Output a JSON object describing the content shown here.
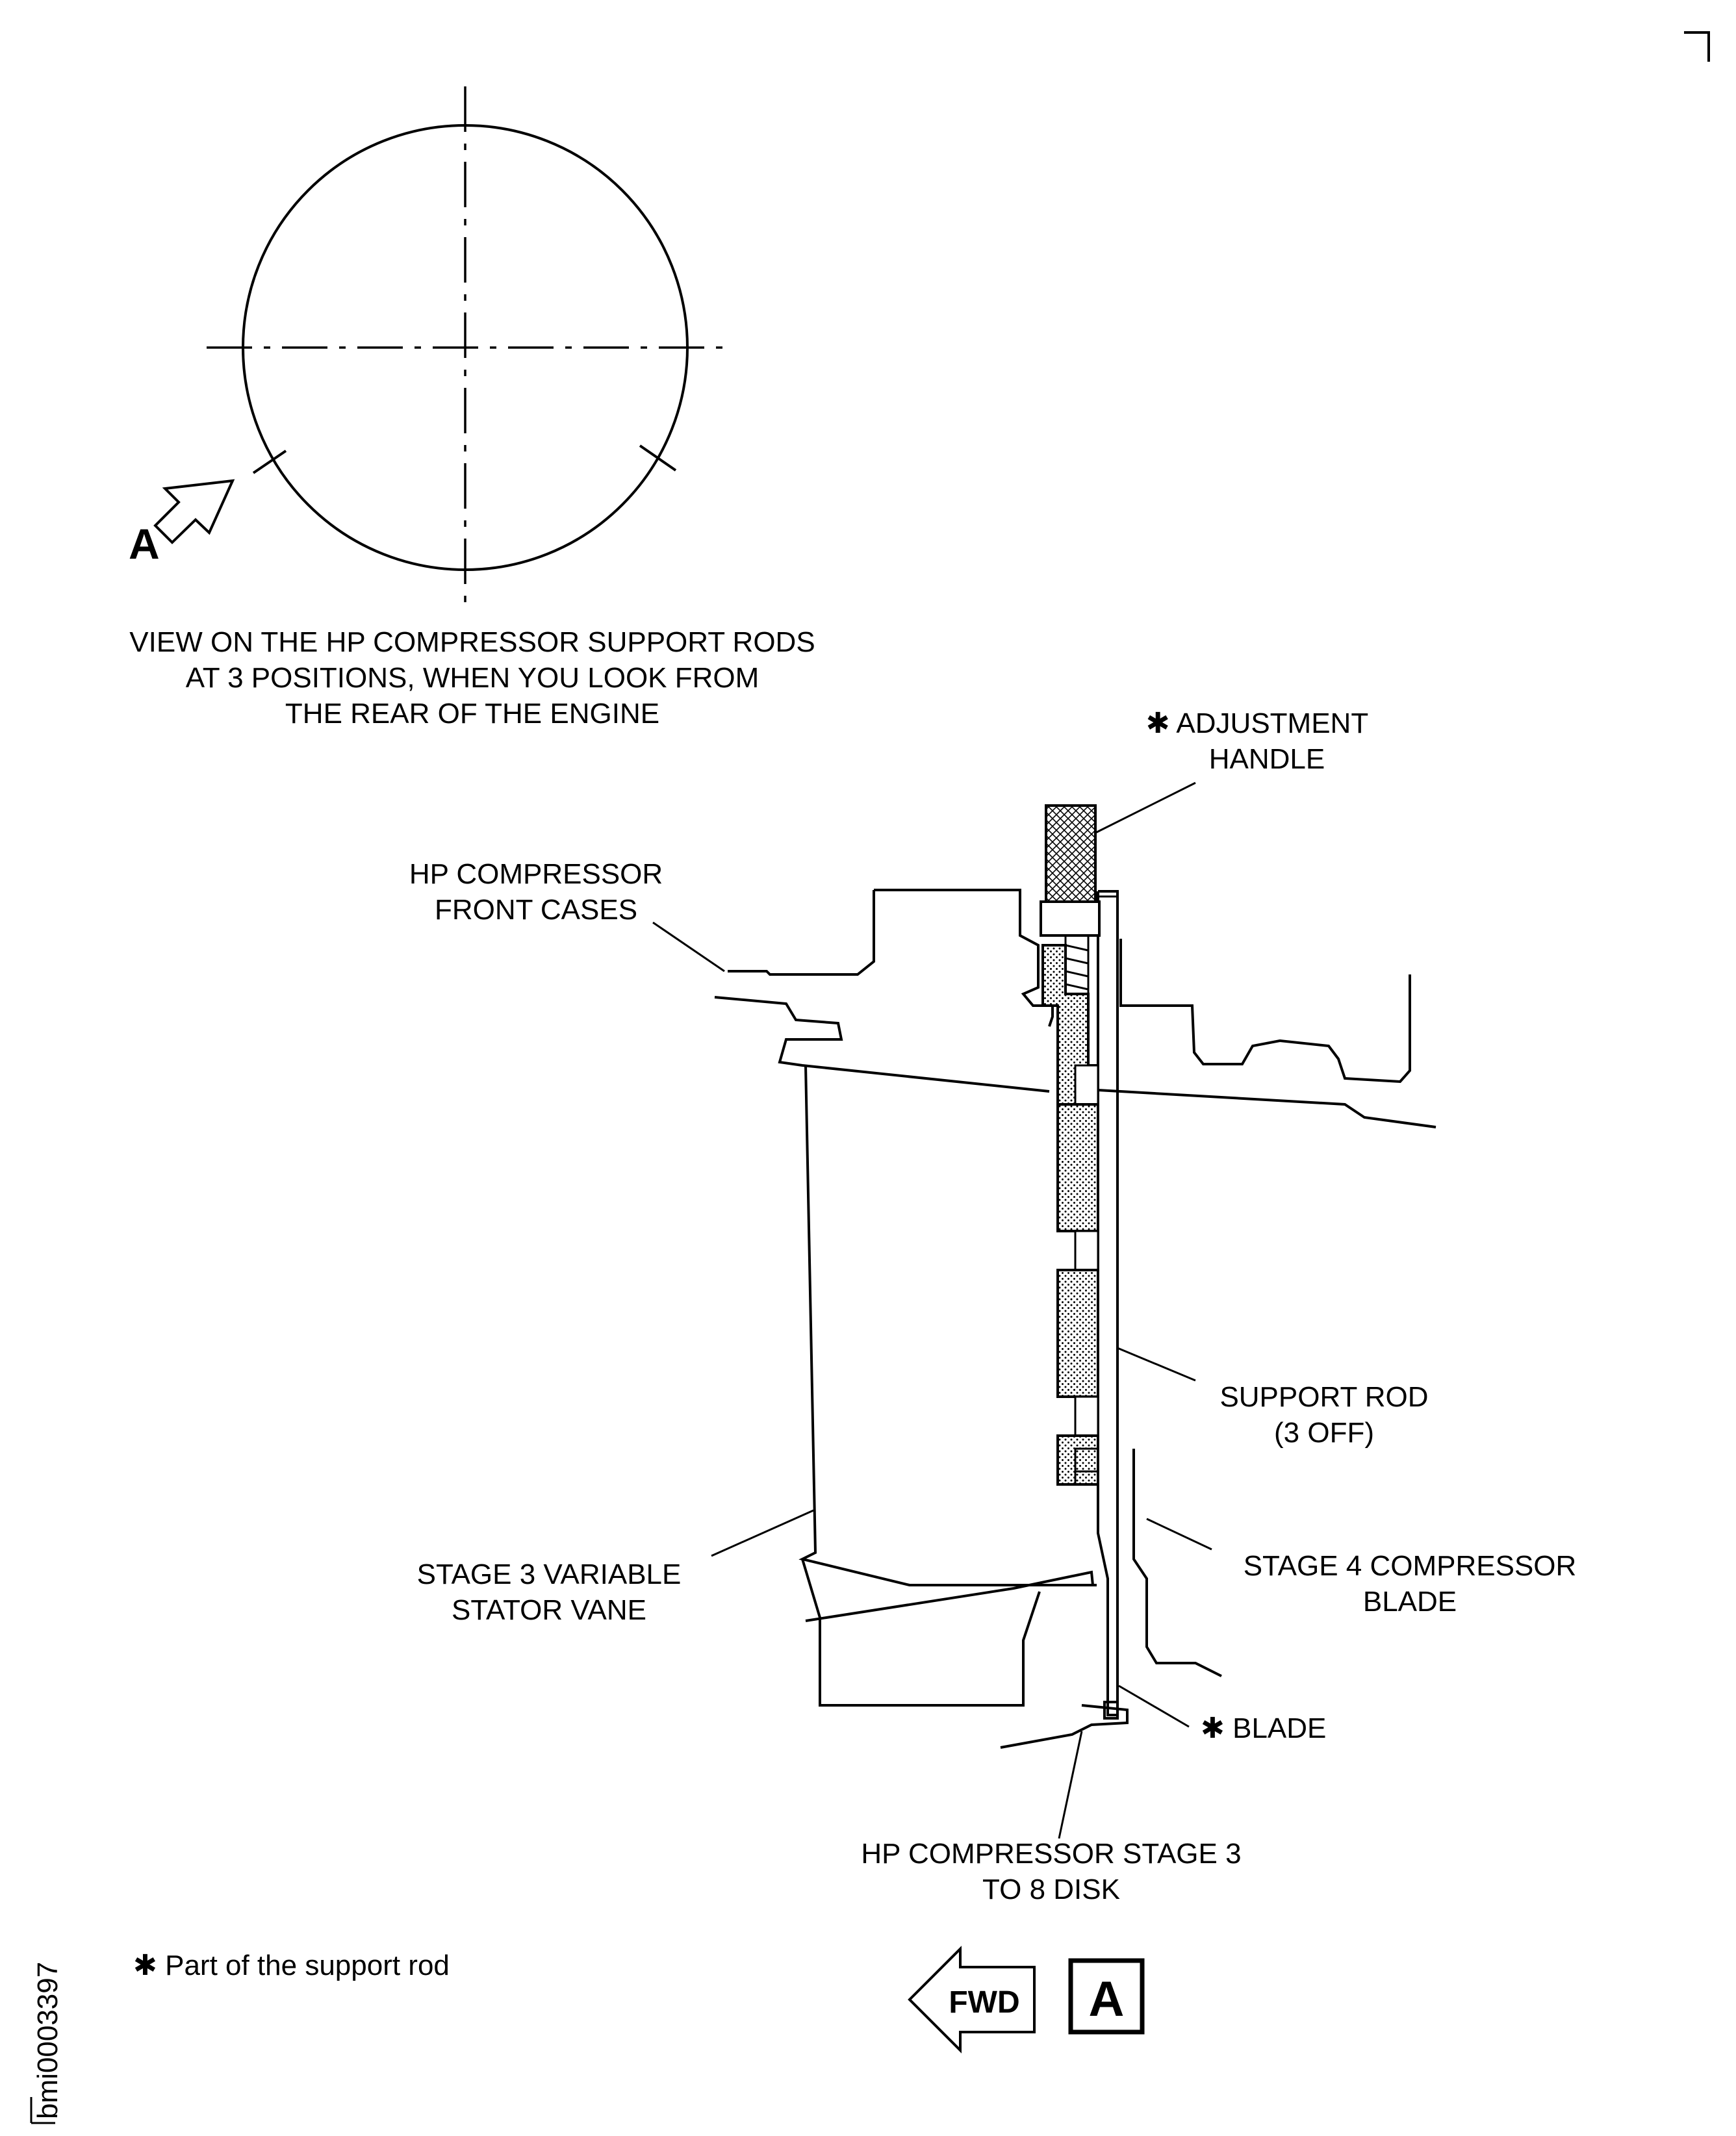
{
  "view_caption": {
    "line1": "VIEW ON THE HP COMPRESSOR SUPPORT RODS",
    "line2": "AT 3 POSITIONS, WHEN YOU LOOK FROM",
    "line3": "THE REAR OF THE ENGINE"
  },
  "view_arrow_letter": "A",
  "labels": {
    "adjustment_handle": {
      "line1": "✱ ADJUSTMENT",
      "line2": "HANDLE"
    },
    "front_cases": {
      "line1": "HP COMPRESSOR",
      "line2": "FRONT CASES"
    },
    "support_rod": {
      "line1": "SUPPORT ROD",
      "line2": "(3 OFF)"
    },
    "stage3_vane": {
      "line1": "STAGE 3 VARIABLE",
      "line2": "STATOR VANE"
    },
    "stage4_blade": {
      "line1": "STAGE 4 COMPRESSOR",
      "line2": "BLADE"
    },
    "blade": {
      "line1": "✱ BLADE"
    },
    "disk": {
      "line1": "HP COMPRESSOR STAGE 3",
      "line2": "TO 8 DISK"
    }
  },
  "footnote": "✱ Part of the support rod",
  "fwd_label": "FWD",
  "section_box_letter": "A",
  "figure_id": "bmi0003397"
}
